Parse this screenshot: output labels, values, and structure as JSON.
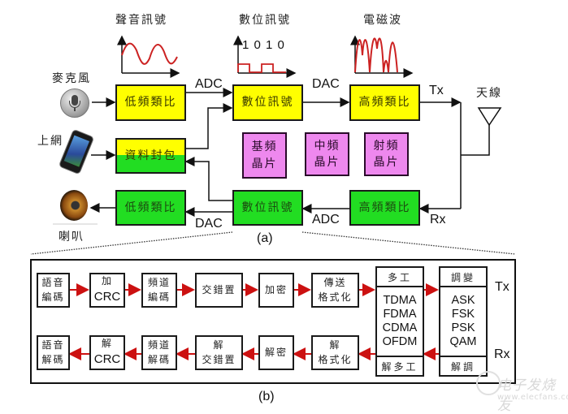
{
  "part_a": {
    "caption": "(a)",
    "signal_labels": {
      "analog": "聲音訊號",
      "digital": "數位訊號",
      "electromagnetic": "電磁波",
      "digital_bits": "1 0 1 0"
    },
    "devices": {
      "microphone": "麥克風",
      "internet": "上網",
      "speaker": "喇叭",
      "antenna": "天線"
    },
    "tx_chain": {
      "low_freq_analog": "低頻類比",
      "adc": "ADC",
      "digital_signal": "數位訊號",
      "dac": "DAC",
      "high_freq_analog": "高頻類比",
      "tx": "Tx"
    },
    "data_packet": "資料封包",
    "rx_chain": {
      "high_freq_analog": "高頻類比",
      "rx": "Rx",
      "adc": "ADC",
      "digital_signal": "數位訊號",
      "dac": "DAC",
      "low_freq_analog": "低頻類比"
    },
    "chips": [
      {
        "line1": "基頻",
        "line2": "晶片"
      },
      {
        "line1": "中頻",
        "line2": "晶片"
      },
      {
        "line1": "射頻",
        "line2": "晶片"
      }
    ],
    "colors": {
      "yellow": "#ffff00",
      "green": "#22dd22",
      "pink": "#ee88ee",
      "signal_red": "#cc2222"
    }
  },
  "part_b": {
    "caption": "(b)",
    "tx_label": "Tx",
    "rx_label": "Rx",
    "tx_row": [
      {
        "line1": "語音",
        "line2": "編碼"
      },
      {
        "line1": "加",
        "line2": "CRC"
      },
      {
        "line1": "頻道",
        "line2": "編碼"
      },
      {
        "line1": "交錯置",
        "line2": ""
      },
      {
        "line1": "加密",
        "line2": ""
      },
      {
        "line1": "傳送",
        "line2": "格式化"
      }
    ],
    "rx_row": [
      {
        "line1": "語音",
        "line2": "解碼"
      },
      {
        "line1": "解",
        "line2": "CRC"
      },
      {
        "line1": "頻道",
        "line2": "解碼"
      },
      {
        "line1": "解",
        "line2": "交錯置"
      },
      {
        "line1": "解密",
        "line2": ""
      },
      {
        "line1": "解",
        "line2": "格式化"
      }
    ],
    "multiplex": {
      "head": "多工",
      "items": [
        "TDMA",
        "FDMA",
        "CDMA",
        "OFDM"
      ],
      "foot": "解多工"
    },
    "modulation": {
      "head": "調變",
      "items": [
        "ASK",
        "FSK",
        "PSK",
        "QAM"
      ],
      "foot": "解調"
    },
    "arrow_color": "#cc1111"
  },
  "watermark": {
    "title": "电子发烧友",
    "url": "www.elecfans.com"
  }
}
